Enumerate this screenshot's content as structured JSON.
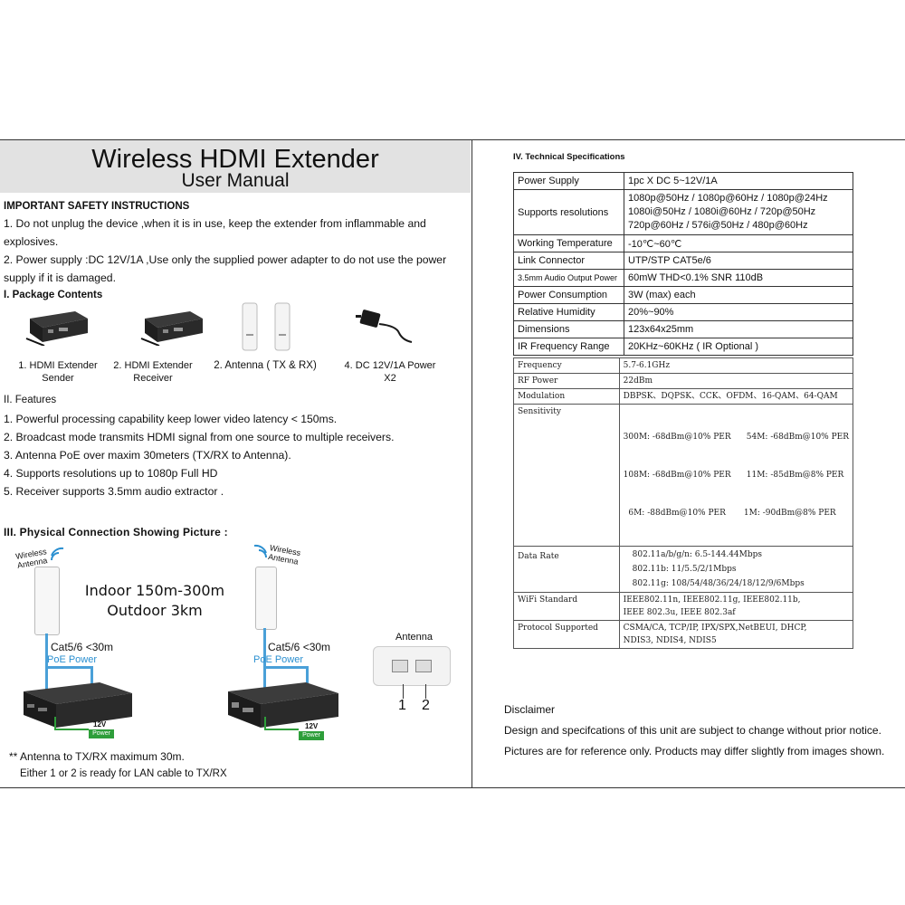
{
  "title": {
    "main": "Wireless HDMI Extender",
    "sub": "User Manual"
  },
  "safety": {
    "heading": "IMPORTANT SAFETY INSTRUCTIONS",
    "lines": [
      "1. Do not unplug the device ,when it is in use, keep the extender from inflammable and",
      "explosives.",
      "2. Power supply :DC 12V/1A ,Use only the supplied power adapter to do not use the power",
      "supply if it is damaged."
    ]
  },
  "package": {
    "heading": "I. Package Contents",
    "items": [
      {
        "line1": "1. HDMI Extender",
        "line2": "Sender"
      },
      {
        "line1": "2. HDMI Extender",
        "line2": "Receiver"
      },
      {
        "line1": "2. Antenna  ( TX & RX)",
        "line2": ""
      },
      {
        "line1": "4. DC 12V/1A Power",
        "line2": "X2"
      }
    ]
  },
  "features": {
    "heading": "II. Features",
    "lines": [
      "1. Powerful processing capability keep lower video latency < 150ms.",
      "2. Broadcast mode transmits HDMI signal from one source to multiple receivers.",
      "3. Antenna PoE over maxim 30meters (TX/RX to Antenna).",
      "4. Supports  resolutions up to 1080p Full HD",
      "5. Receiver supports 3.5mm audio extractor ."
    ]
  },
  "connection": {
    "heading": "III. Physical Connection Showing Picture :",
    "wireless_label_1": "Wireless",
    "wireless_label_2": "Antenna",
    "indoor": "Indoor 150m-300m",
    "outdoor": "Outdoor 3km",
    "cable": "Cat5/6 <30m",
    "poe": "PoE Power",
    "power_12v": "12V",
    "power_word": "Power",
    "antenna_label": "Antenna",
    "port_1": "1",
    "port_2": "2",
    "note1": "** Antenna to TX/RX maximum 30m.",
    "note2": "Either 1 or 2 is ready for LAN cable to TX/RX"
  },
  "specs": {
    "heading": "IV. Technical Specifications",
    "rows": [
      {
        "k": "Power Supply",
        "v": [
          "1pc X DC 5~12V/1A"
        ]
      },
      {
        "k": "Supports resolutions",
        "v": [
          "1080p@50Hz / 1080p@60Hz / 1080p@24Hz",
          "1080i@50Hz  / 1080i@60Hz / 720p@50Hz",
          "720p@60Hz  / 576i@50Hz  / 480p@60Hz"
        ]
      },
      {
        "k": "Working Temperature",
        "v": [
          "-10℃~60℃"
        ]
      },
      {
        "k": "Link Connector",
        "v": [
          "UTP/STP CAT5e/6"
        ]
      },
      {
        "k": "3.5mm Audio Output Power",
        "v": [
          "60mW  THD<0.1%   SNR 110dB"
        ]
      },
      {
        "k": "Power Consumption",
        "v": [
          "3W (max) each"
        ]
      },
      {
        "k": "Relative Humidity",
        "v": [
          "20%~90%"
        ]
      },
      {
        "k": "Dimensions",
        "v": [
          "123x64x25mm"
        ]
      },
      {
        "k": "IR Frequency Range",
        "v": [
          "20KHz~60KHz ( IR Optional )"
        ]
      }
    ],
    "rows2": [
      {
        "k": "Frequency",
        "v": [
          "5.7-6.1GHz"
        ]
      },
      {
        "k": "RF Power",
        "v": [
          "22dBm"
        ]
      },
      {
        "k": "Modulation",
        "v": [
          "DBPSK、DQPSK、CCK、OFDM、16-QAM、64-QAM"
        ]
      },
      {
        "k": "Sensitivity",
        "v": [
          "300M: -68dBm@10% PER      54M: -68dBm@10% PER",
          "108M: -68dBm@10% PER      11M: -85dBm@8% PER",
          "  6M: -88dBm@10% PER       1M: -90dBm@8% PER"
        ]
      },
      {
        "k": "Data Rate",
        "v": [
          "802.11a/b/g/n: 6.5-144.44Mbps",
          "802.11b: 11/5.5/2/1Mbps",
          "802.11g: 108/54/48/36/24/18/12/9/6Mbps"
        ]
      },
      {
        "k": "WiFi Standard",
        "v": [
          "IEEE802.11n, IEEE802.11g, IEEE802.11b,",
          "IEEE 802.3u, IEEE 802.3af"
        ]
      },
      {
        "k": "Protocol Supported",
        "v": [
          "CSMA/CA, TCP/IP, IPX/SPX,NetBEUI, DHCP,",
          "NDIS3, NDIS4, NDIS5"
        ]
      }
    ]
  },
  "disclaimer": {
    "heading": "Disclaimer",
    "line1": "Design and specifcations of this unit are subject to change without prior notice.",
    "line2": "Pictures are for reference only. Products may differ slightly from images shown."
  },
  "colors": {
    "cable": "#4aa0d8",
    "poe": "#2a8fd0",
    "power_green": "#2e9e3a",
    "title_bg": "#e2e2e2"
  }
}
